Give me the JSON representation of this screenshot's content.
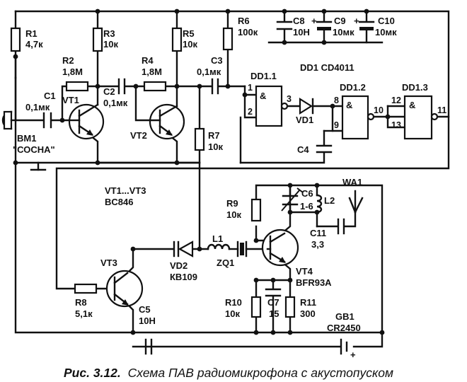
{
  "caption": {
    "number": "Рис. 3.12.",
    "text": "Схема ПАВ радиомикрофона с акустопуском"
  },
  "ic": {
    "title": "DD1 CD4011",
    "gates": [
      {
        "name": "DD1.1",
        "symbol": "&",
        "in_pins": [
          "1",
          "2"
        ],
        "out_pin": "3"
      },
      {
        "name": "DD1.2",
        "symbol": "&",
        "in_pins": [
          "8",
          "9"
        ],
        "out_pin": "10"
      },
      {
        "name": "DD1.3",
        "symbol": "&",
        "in_pins": [
          "12",
          "13"
        ],
        "out_pin": "11"
      }
    ]
  },
  "transistor_note": {
    "line1": "VT1...VT3",
    "line2": "BC846"
  },
  "parts": {
    "R1": {
      "ref": "R1",
      "value": "4,7к"
    },
    "R2": {
      "ref": "R2",
      "value": "1,8М"
    },
    "R3": {
      "ref": "R3",
      "value": "10к"
    },
    "R4": {
      "ref": "R4",
      "value": "1,8М"
    },
    "R5": {
      "ref": "R5",
      "value": "10к"
    },
    "R6": {
      "ref": "R6",
      "value": "100к"
    },
    "R7": {
      "ref": "R7",
      "value": "10к"
    },
    "R8": {
      "ref": "R8",
      "value": "5,1к"
    },
    "R9": {
      "ref": "R9",
      "value": "10к"
    },
    "R10": {
      "ref": "R10",
      "value": "10к"
    },
    "R11": {
      "ref": "R11",
      "value": "300"
    },
    "C1": {
      "ref": "C1",
      "value": "0,1мк"
    },
    "C2": {
      "ref": "C2",
      "value": "0,1мк"
    },
    "C3": {
      "ref": "C3",
      "value": "0,1мк"
    },
    "C4": {
      "ref": "C4",
      "value": ""
    },
    "C5": {
      "ref": "C5",
      "value": "10Н"
    },
    "C6": {
      "ref": "C6",
      "value": "1-6"
    },
    "C7": {
      "ref": "C7",
      "value": "15"
    },
    "C8": {
      "ref": "C8",
      "value": "10Н"
    },
    "C9": {
      "ref": "C9",
      "value": "10мк"
    },
    "C10": {
      "ref": "C10",
      "value": "10мк"
    },
    "C11": {
      "ref": "C11",
      "value": "3,3"
    },
    "L1": {
      "ref": "L1",
      "value": ""
    },
    "L2": {
      "ref": "L2",
      "value": ""
    },
    "VT1": {
      "ref": "VT1",
      "value": ""
    },
    "VT2": {
      "ref": "VT2",
      "value": ""
    },
    "VT3": {
      "ref": "VT3",
      "value": ""
    },
    "VT4": {
      "ref": "VT4",
      "value": "BFR93A"
    },
    "VD1": {
      "ref": "VD1",
      "value": ""
    },
    "VD2": {
      "ref": "VD2",
      "value": "КВ109"
    },
    "ZQ1": {
      "ref": "ZQ1",
      "value": ""
    },
    "WA1": {
      "ref": "WA1",
      "value": ""
    },
    "GB1": {
      "ref": "GB1",
      "value": "CR2450"
    },
    "BM1": {
      "ref": "BM1",
      "value": "\"СОСНА\""
    }
  },
  "polarity": {
    "plus": "+"
  }
}
